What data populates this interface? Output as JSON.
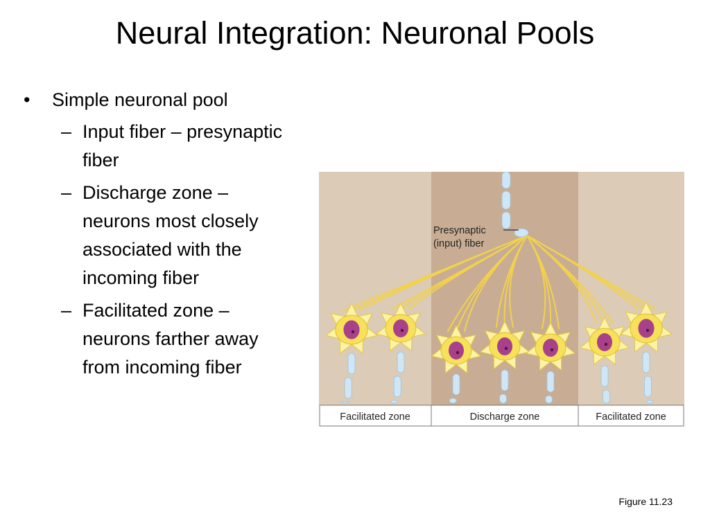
{
  "slide": {
    "title": "Neural Integration: Neuronal Pools",
    "bullets": {
      "main": "Simple neuronal pool",
      "subs": [
        "Input fiber – presynaptic fiber",
        "Discharge zone – neurons most closely associated with the incoming fiber",
        "Facilitated zone – neurons farther away from incoming fiber"
      ],
      "main_marker": "•",
      "sub_marker": "–"
    },
    "figure": {
      "label_line1": "Presynaptic",
      "label_line2": "(input) fiber",
      "zones": [
        "Facilitated zone",
        "Discharge zone",
        "Facilitated zone"
      ]
    },
    "caption": "Figure 11.23"
  },
  "colors": {
    "outer_zone": "#dccbb6",
    "middle_zone": "#c8ad94",
    "neuron_body": "#f6e05c",
    "neuron_glow": "#fbf3a8",
    "nucleus": "#a8418a",
    "axon_segment": "#cfe6f6",
    "fiber": "#f2d24a"
  }
}
